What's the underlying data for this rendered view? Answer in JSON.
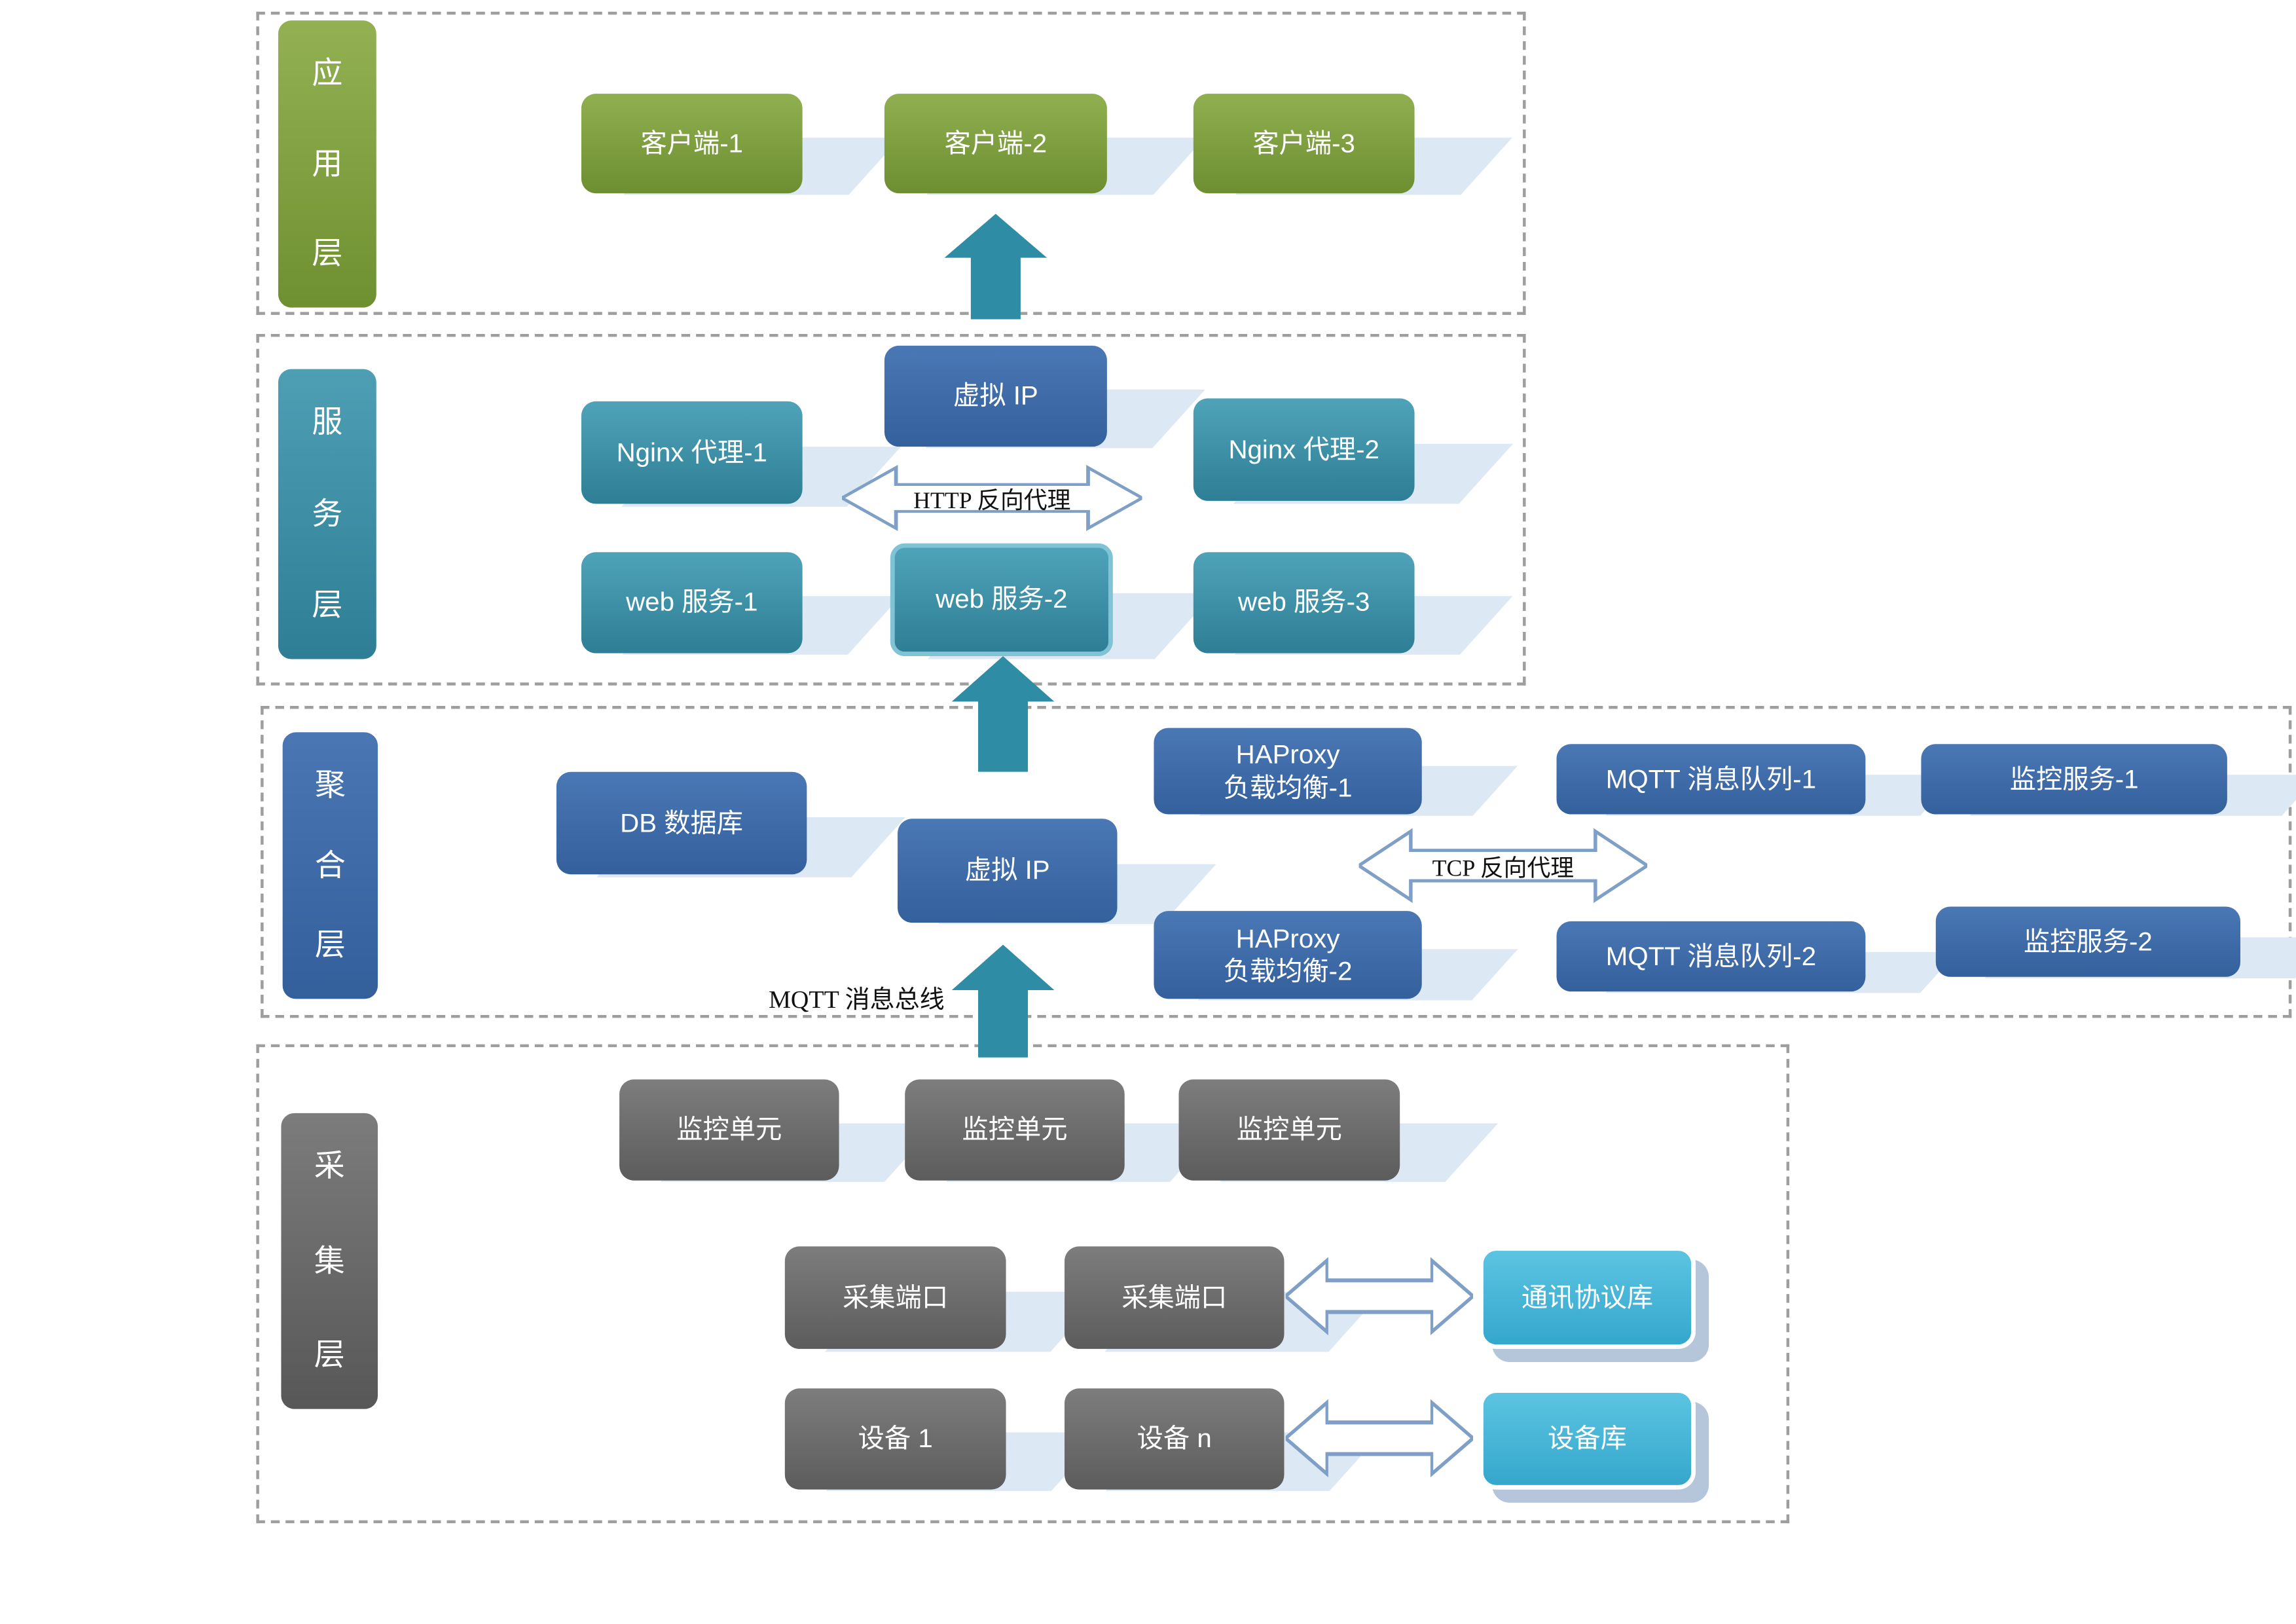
{
  "colors": {
    "app_green": "#7d9b3e",
    "service_teal": "#3a8ea6",
    "aggregation_blue": "#3f6cab",
    "collection_gray": "#6e6e6e",
    "library_cyan": "#44b4d8",
    "arrow_teal": "#2e8da4",
    "shadow_blue": "#dce9f5",
    "arrow_outline": "#7f9fc6"
  },
  "layers": {
    "app": {
      "title_chars": [
        "应",
        "用",
        "层"
      ],
      "clients": [
        "客户端-1",
        "客户端-2",
        "客户端-3"
      ]
    },
    "service": {
      "title_chars": [
        "服",
        "务",
        "层"
      ],
      "virtual_ip": "虚拟 IP",
      "nginx_proxy_1": "Nginx 代理-1",
      "nginx_proxy_2": "Nginx 代理-2",
      "http_reverse_proxy": "HTTP 反向代理",
      "web_service_1": "web 服务-1",
      "web_service_2": "web 服务-2",
      "web_service_3": "web 服务-3"
    },
    "aggregation": {
      "title_chars": [
        "聚",
        "合",
        "层"
      ],
      "db": "DB 数据库",
      "virtual_ip": "虚拟 IP",
      "haproxy_1": [
        "HAProxy",
        "负载均衡-1"
      ],
      "haproxy_2": [
        "HAProxy",
        "负载均衡-2"
      ],
      "tcp_reverse_proxy": "TCP 反向代理",
      "mqtt_queue_1": "MQTT 消息队列-1",
      "mqtt_queue_2": "MQTT 消息队列-2",
      "monitor_service_1": "监控服务-1",
      "monitor_service_2": "监控服务-2",
      "mqtt_bus": "MQTT 消息总线"
    },
    "collection": {
      "title_chars": [
        "采",
        "集",
        "层"
      ],
      "monitor_unit_1": "监控单元",
      "monitor_unit_2": "监控单元",
      "monitor_unit_3": "监控单元",
      "collect_port_1": "采集端口",
      "collect_port_2": "采集端口",
      "protocol_library": "通讯协议库",
      "device_1": "设备 1",
      "device_n": "设备 n",
      "device_library": "设备库"
    }
  }
}
